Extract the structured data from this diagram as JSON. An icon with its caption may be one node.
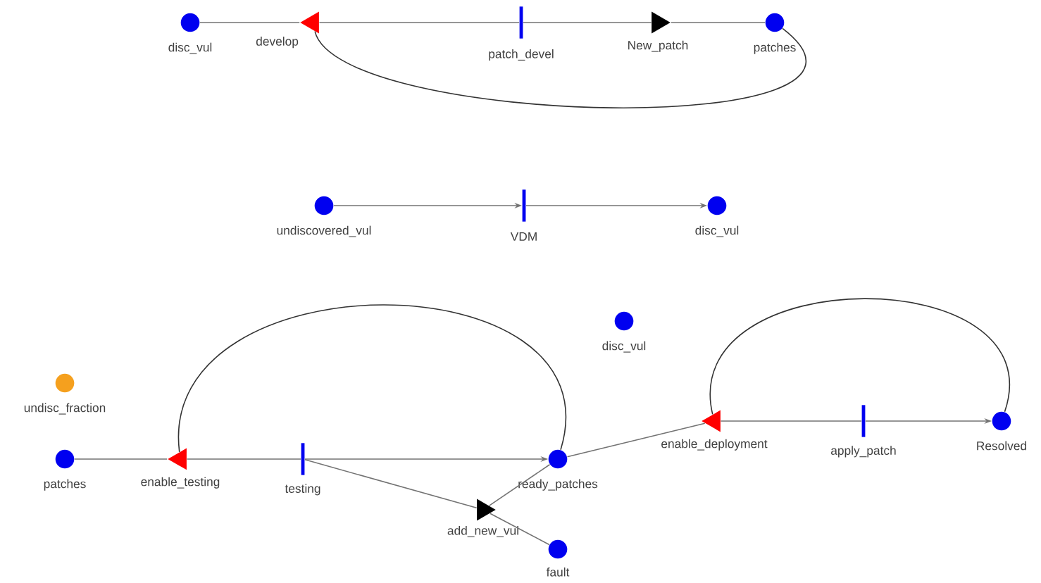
{
  "diagram": {
    "nodes": [
      {
        "text": [
          "disc_vul"
        ]
      },
      {
        "text": [
          "develop"
        ]
      },
      {
        "text": [
          "patch_devel"
        ]
      },
      {
        "text": [
          "New_patch"
        ]
      },
      {
        "text": [
          "patches"
        ]
      },
      {
        "text": [
          "undiscovered_vul"
        ]
      },
      {
        "text": [
          "VDM"
        ]
      },
      {
        "text": [
          "disc_vul"
        ]
      },
      {
        "text": [
          "disc_vul"
        ]
      },
      {
        "text": [
          "undisc_fraction"
        ]
      },
      {
        "text": [
          "patches"
        ]
      },
      {
        "text": [
          "enable_testing"
        ]
      },
      {
        "text": [
          "testing"
        ]
      },
      {
        "text": [
          "ready_patches"
        ]
      },
      {
        "text": [
          "enable_deployment"
        ]
      },
      {
        "text": [
          "apply_patch"
        ]
      },
      {
        "text": [
          "Resolved"
        ]
      },
      {
        "text": [
          "add_new_vul"
        ]
      },
      {
        "text": [
          "fault"
        ]
      }
    ],
    "edges": [
      {
        "from": 0,
        "to": 1,
        "arrow": "none"
      },
      {
        "from": 1,
        "to": 2,
        "arrow": "none"
      },
      {
        "from": 2,
        "to": 3,
        "arrow": "none"
      },
      {
        "from": 3,
        "to": 4,
        "arrow": "none"
      },
      {
        "from": 1,
        "to": 4,
        "arrow": "none"
      },
      {
        "from": 5,
        "to": 6,
        "arrow": "to"
      },
      {
        "from": 6,
        "to": 7,
        "arrow": "to"
      },
      {
        "from": 10,
        "to": 11,
        "arrow": "none"
      },
      {
        "from": 11,
        "to": 12,
        "arrow": "none"
      },
      {
        "from": 12,
        "to": 13,
        "arrow": "to"
      },
      {
        "from": 13,
        "to": 11,
        "arrow": "none"
      },
      {
        "from": 12,
        "to": 17,
        "arrow": "none"
      },
      {
        "from": 17,
        "to": 13,
        "arrow": "none"
      },
      {
        "from": 17,
        "to": 18,
        "arrow": "none"
      },
      {
        "from": 13,
        "to": 14,
        "arrow": "none"
      },
      {
        "from": 14,
        "to": 15,
        "arrow": "none"
      },
      {
        "from": 15,
        "to": 16,
        "arrow": "to"
      },
      {
        "from": 16,
        "to": 14,
        "arrow": "none"
      }
    ]
  }
}
